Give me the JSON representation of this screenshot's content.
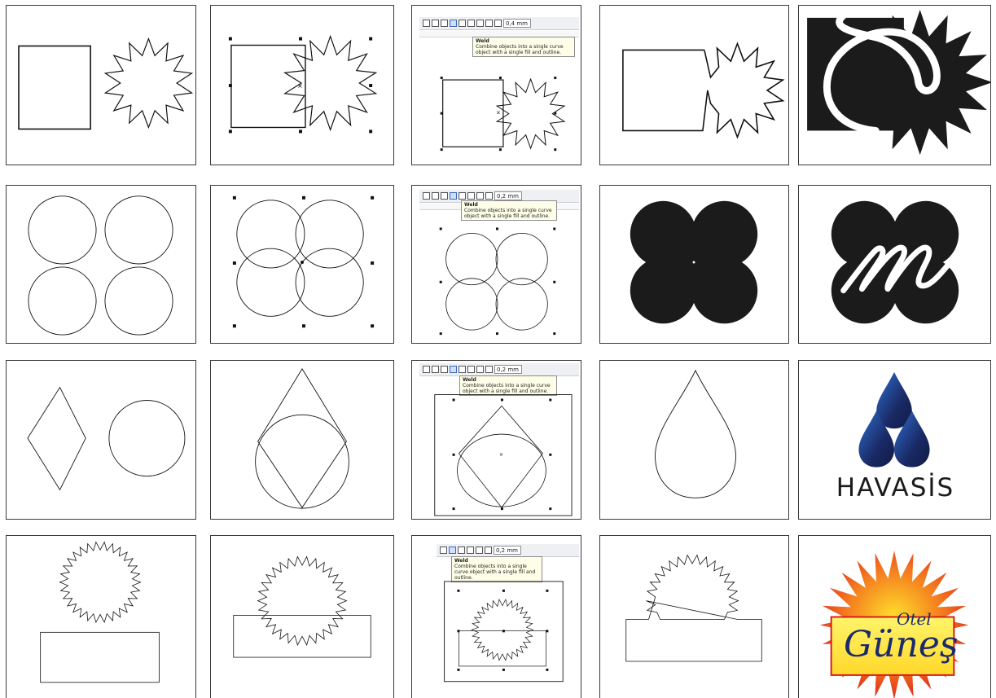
{
  "toolbar": {
    "outline_width_1": "0,4 mm",
    "outline_width_2": "0,2 mm",
    "tooltip_title": "Weld",
    "tooltip_body": "Combine objects into a single curve object with a single fill and outline."
  },
  "logos": {
    "havasis": "HAVASİS",
    "otel": "Otel",
    "gunes": "Güneş"
  },
  "colors": {
    "black": "#1b1b1b",
    "drop_dark": "#1a2a66",
    "drop_light": "#2f6fd0",
    "sun_red": "#e3231b",
    "sun_yellow": "#ffe12b",
    "label_yellow": "#ffec3b"
  }
}
